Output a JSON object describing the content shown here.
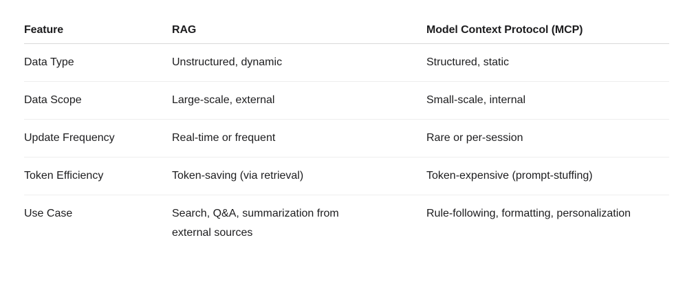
{
  "colors": {
    "text": "#1c1c1e",
    "header_divider": "#d9d9d9",
    "row_divider": "#eeeeee",
    "background": "#ffffff"
  },
  "table": {
    "columns": {
      "feature": "Feature",
      "rag": "RAG",
      "mcp": "Model Context Protocol (MCP)"
    },
    "rows": [
      {
        "feature": "Data Type",
        "rag": "Unstructured, dynamic",
        "mcp": "Structured, static"
      },
      {
        "feature": "Data Scope",
        "rag": "Large-scale, external",
        "mcp": "Small-scale, internal"
      },
      {
        "feature": "Update Frequency",
        "rag": "Real-time or frequent",
        "mcp": "Rare or per-session"
      },
      {
        "feature": "Token Efficiency",
        "rag": "Token-saving (via retrieval)",
        "mcp": "Token-expensive (prompt-stuffing)"
      },
      {
        "feature": "Use Case",
        "rag": "Search, Q&A, summarization from external sources",
        "mcp": "Rule-following, formatting, personalization"
      }
    ]
  }
}
